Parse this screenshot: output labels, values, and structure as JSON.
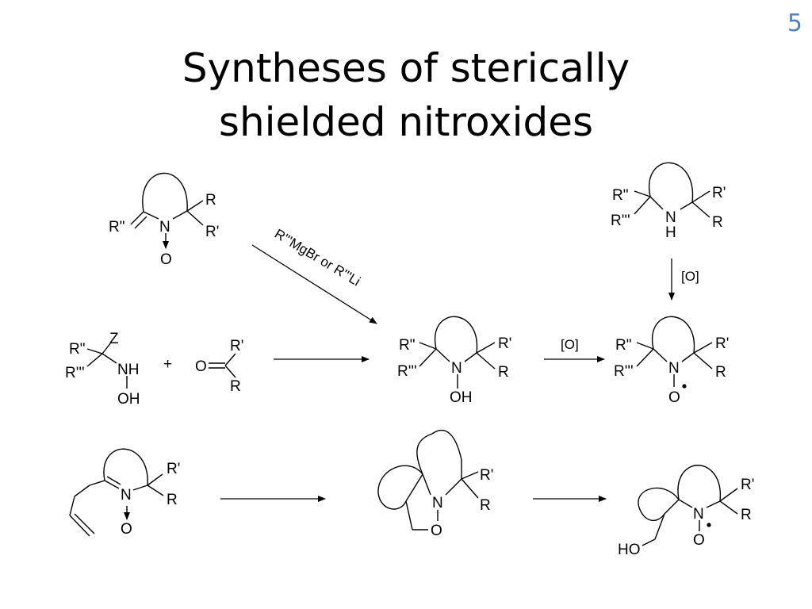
{
  "slide": {
    "number": "5",
    "title_lines": [
      "Syntheses of sterically",
      "shielded nitroxides"
    ]
  },
  "scheme": {
    "atoms": {
      "N": "N",
      "O": "O",
      "H": "H",
      "NH": "NH",
      "OH": "OH",
      "HO": "HO",
      "Z": "Z",
      "R": "R",
      "R1": "R'",
      "R2": "R\"",
      "R3": "R'''"
    },
    "plus": "+",
    "reagents": {
      "grignard": "R'''MgBr or R'''Li",
      "oxidation": "[O]"
    }
  }
}
